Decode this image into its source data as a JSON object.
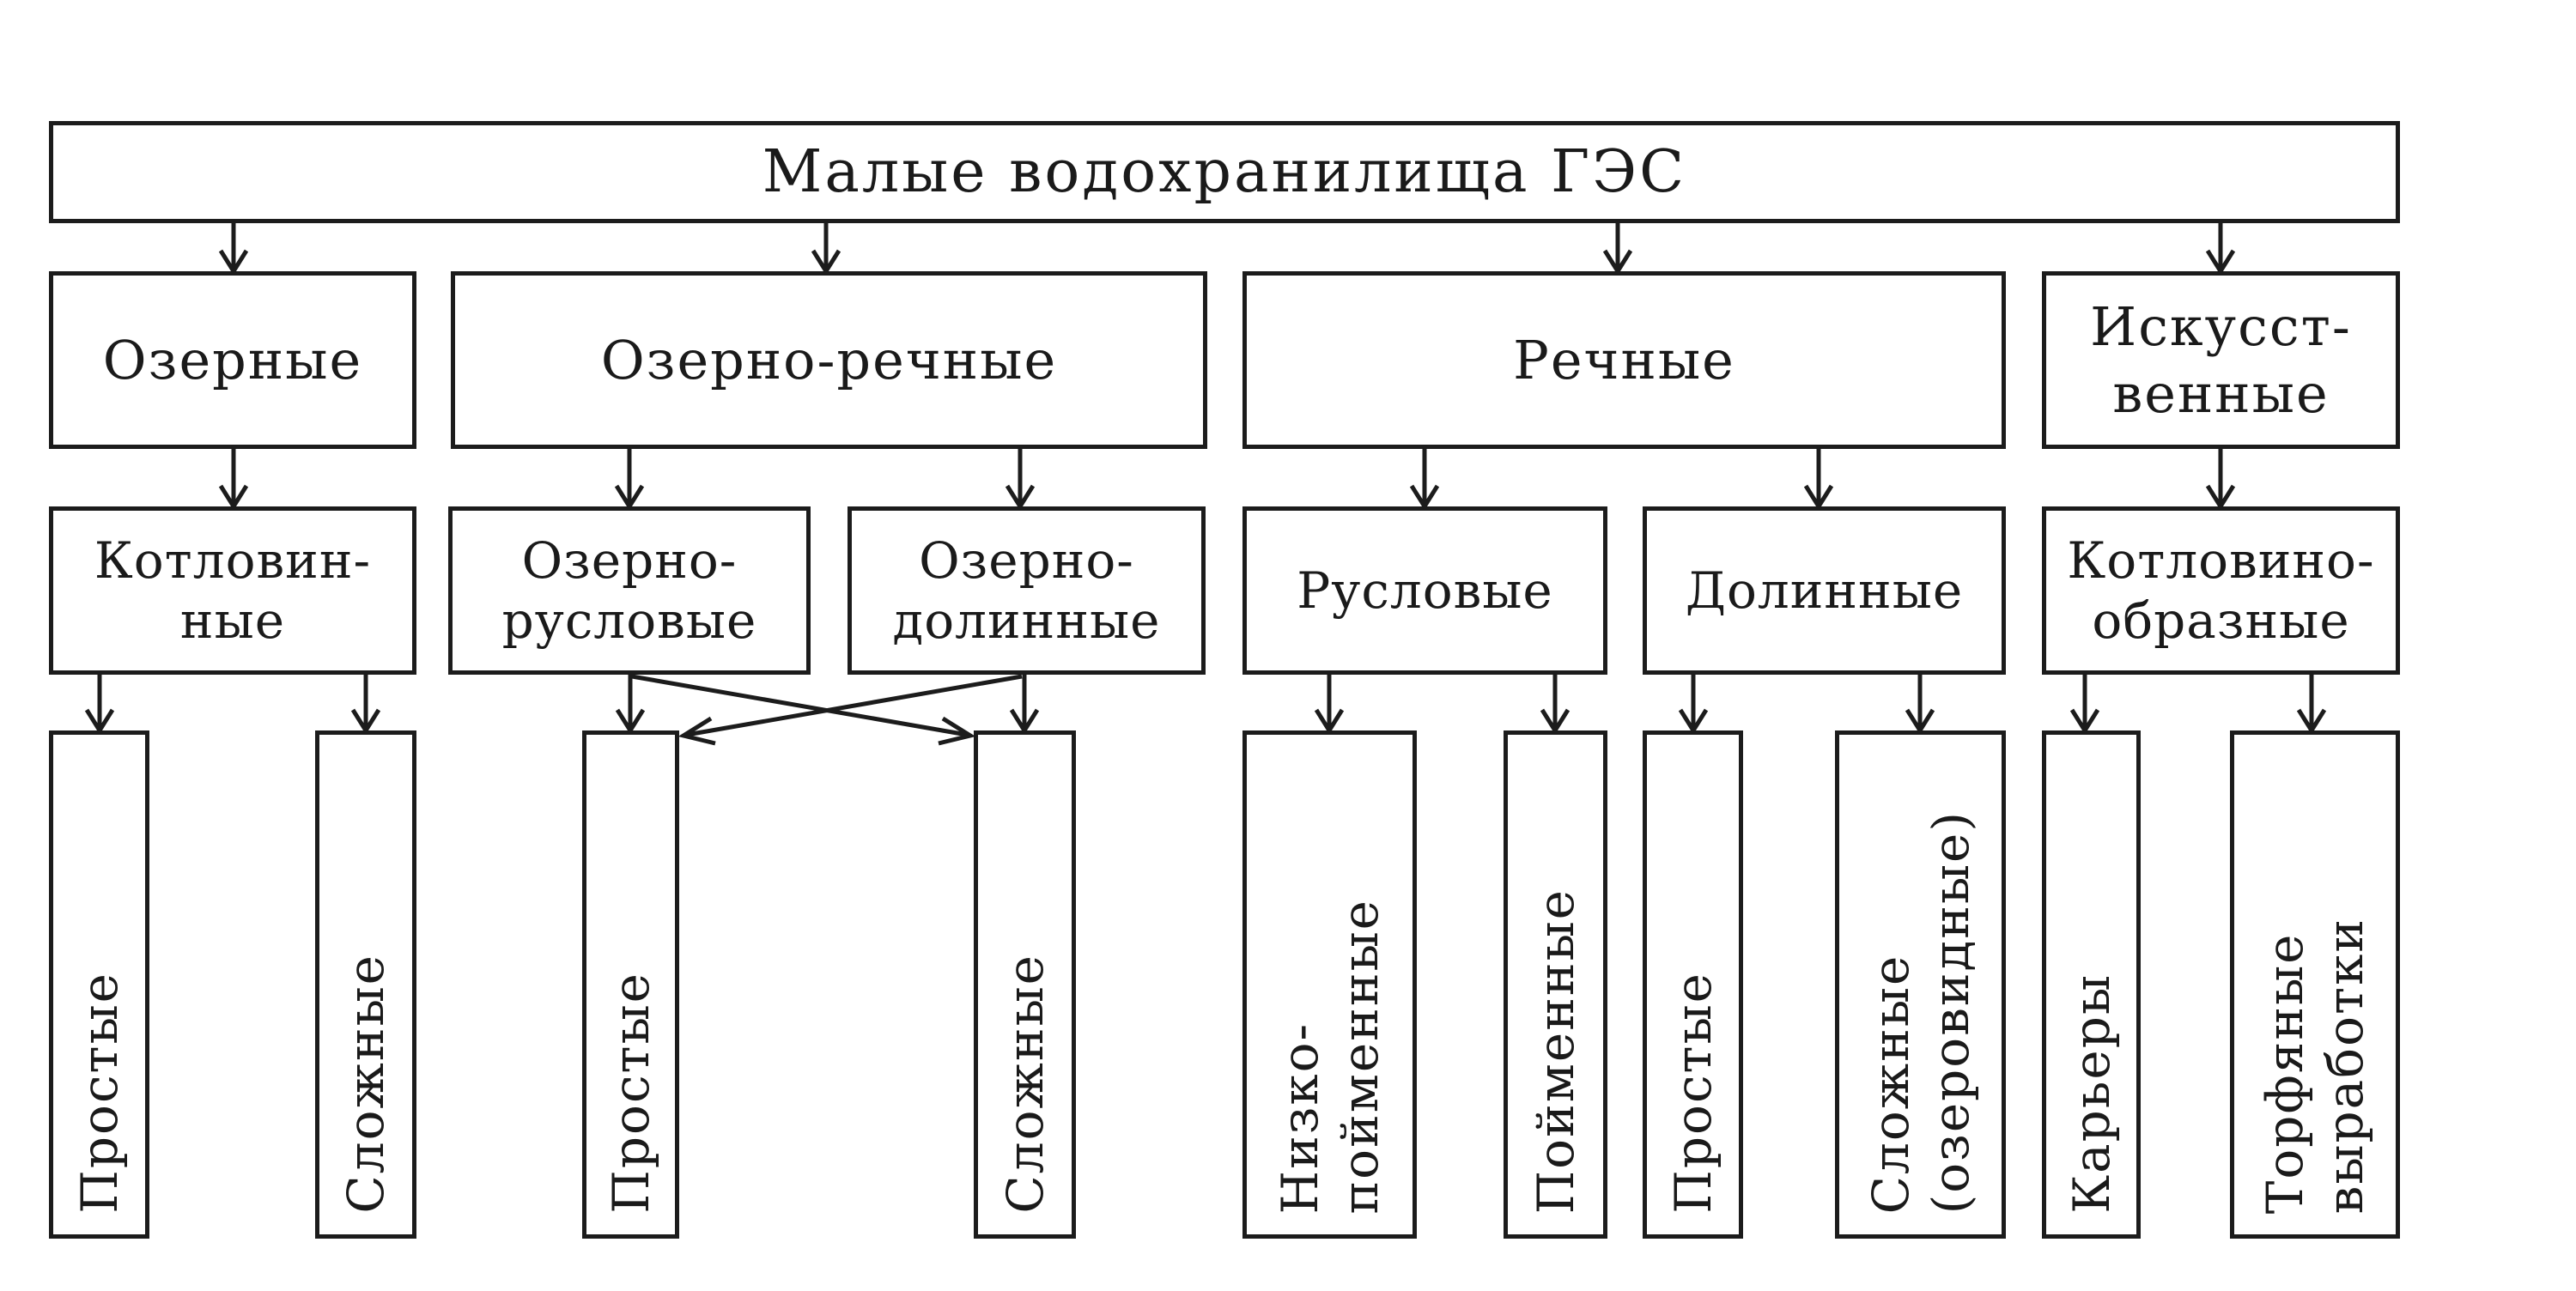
{
  "root": "Малые водохранилища ГЭС",
  "level1": {
    "lake": "Озерные",
    "lake_river": "Озерно-речные",
    "river": "Речные",
    "artificial": [
      "Искусст-",
      "венные"
    ]
  },
  "level2": {
    "kotlovinnye": [
      "Котловин-",
      "ные"
    ],
    "ozerno_ruslovye": [
      "Озерно-",
      "русловые"
    ],
    "ozerno_dolinnye": [
      "Озерно-",
      "долинные"
    ],
    "ruslovye": "Русловые",
    "dolinnye": "Долинные",
    "kotlovinoobraznye": [
      "Котловино-",
      "образные"
    ]
  },
  "level3": {
    "prostye_1": "Простые",
    "slozhnye_1": "Сложные",
    "prostye_2": "Простые",
    "slozhnye_2": "Сложные",
    "nizkopoimennye": [
      "Низко-",
      "пойменные"
    ],
    "poimennye": "Пойменные",
    "prostye_3": "Простые",
    "slozhnye_3": [
      "Сложные",
      "(озеровидные)"
    ],
    "karery": "Карьеры",
    "torfyanye": [
      "Торфяные",
      "выработки"
    ]
  }
}
